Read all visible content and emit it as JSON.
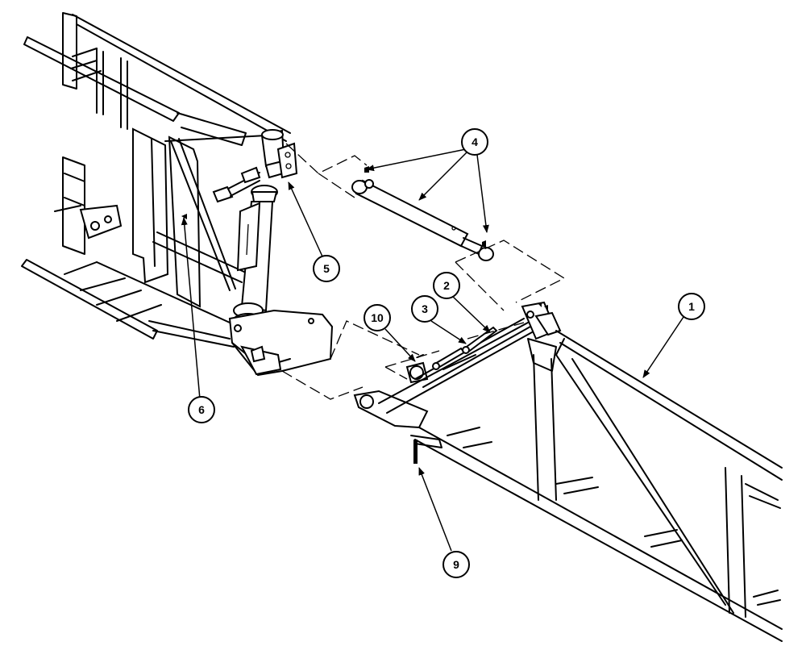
{
  "callouts": [
    {
      "id": "c1",
      "label": "1"
    },
    {
      "id": "c2",
      "label": "2"
    },
    {
      "id": "c3",
      "label": "3"
    },
    {
      "id": "c4",
      "label": "4"
    },
    {
      "id": "c5",
      "label": "5"
    },
    {
      "id": "c6",
      "label": "6"
    },
    {
      "id": "c9",
      "label": "9"
    },
    {
      "id": "c10",
      "label": "10"
    }
  ]
}
